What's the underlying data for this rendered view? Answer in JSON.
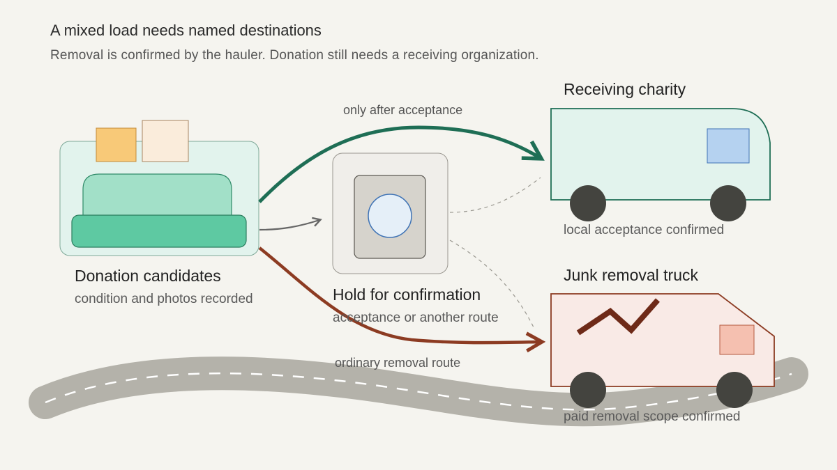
{
  "title": "A mixed load needs named destinations",
  "subtitle": "Removal is confirmed by the hauler. Donation still needs a receiving organization.",
  "nodes": {
    "donation": {
      "title": "Donation candidates",
      "subtitle": "condition and photos recorded"
    },
    "hold": {
      "title": "Hold for confirmation",
      "subtitle": "acceptance or another route"
    },
    "charity": {
      "title": "Receiving charity",
      "subtitle": "local acceptance confirmed"
    },
    "junk": {
      "title": "Junk removal truck",
      "subtitle": "paid removal scope confirmed"
    }
  },
  "edges": {
    "to_charity": "only after acceptance",
    "to_junk": "ordinary removal route"
  },
  "colors": {
    "background": "#f5f4ef",
    "charity_route": "#1e6e55",
    "junk_route": "#8c3b22",
    "hold_route": "#666666",
    "road": "#b4b2aa"
  }
}
